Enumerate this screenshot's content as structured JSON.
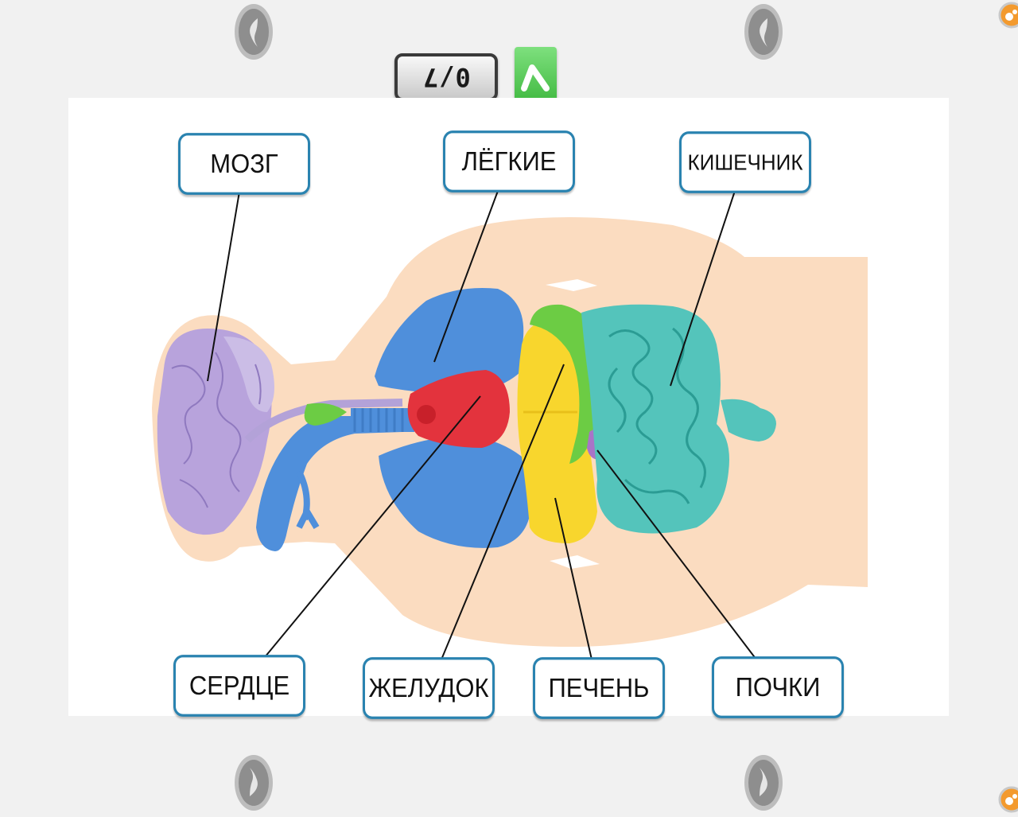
{
  "score": {
    "text": "0/7"
  },
  "labels": {
    "brain": "МОЗГ",
    "lungs": "ЛЁГКИЕ",
    "intestine": "КИШЕЧНИК",
    "heart": "СЕРДЦЕ",
    "stomach": "ЖЕЛУДОК",
    "liver": "ПЕЧЕНЬ",
    "kidneys": "ПОЧКИ"
  },
  "icons": {
    "seat_icon": "player-seat-icon",
    "check_icon": "check-icon",
    "corner_icon": "corner-emblem-icon"
  },
  "colors": {
    "label_border": "#2a83b0",
    "check_green": "#4cc24c",
    "skin": "#fbdcc0",
    "brain": "#b8a3dc",
    "lungs": "#4f8fdb",
    "heart": "#e3333d",
    "liver": "#f8d62d",
    "stomach": "#6ccc44",
    "intestine": "#54c4bb",
    "kidneys": "#a974c7"
  }
}
